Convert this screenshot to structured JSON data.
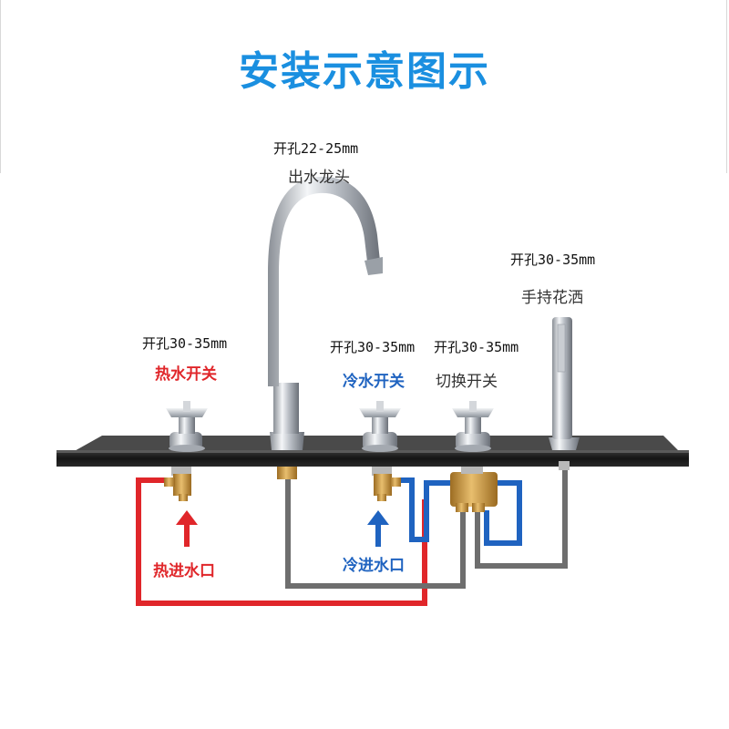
{
  "title": "安装示意图示",
  "components": {
    "spout": {
      "hole": "开孔22-25mm",
      "name": "出水龙头"
    },
    "hand_shower": {
      "hole": "开孔30-35mm",
      "name": "手持花洒"
    },
    "hot_switch": {
      "hole": "开孔30-35mm",
      "name": "热水开关"
    },
    "cold_switch": {
      "hole": "开孔30-35mm",
      "name": "冷水开关"
    },
    "diverter": {
      "hole": "开孔30-35mm",
      "name": "切换开关"
    }
  },
  "inlets": {
    "hot": "热进水口",
    "cold": "冷进水口"
  },
  "colors": {
    "title": "#1a8fe0",
    "hot": "#e0262a",
    "cold": "#1f63c0",
    "outlet_pipe": "#6e6e6e",
    "brass": "#c8963c",
    "countertop": "#1c1c1c"
  }
}
